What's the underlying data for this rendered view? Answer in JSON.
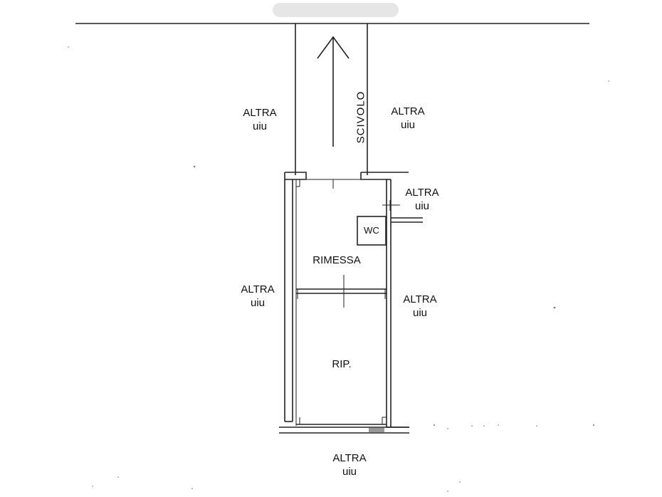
{
  "labels": {
    "other_unit_line1": "ALTRA",
    "other_unit_line2": "uiu",
    "ramp": "SCIVOLO",
    "wc": "WC",
    "garage": "RIMESSA",
    "storage": "RIP."
  },
  "colors": {
    "line": "#222222",
    "background": "#ffffff",
    "topbar": "#e6e6e6"
  }
}
